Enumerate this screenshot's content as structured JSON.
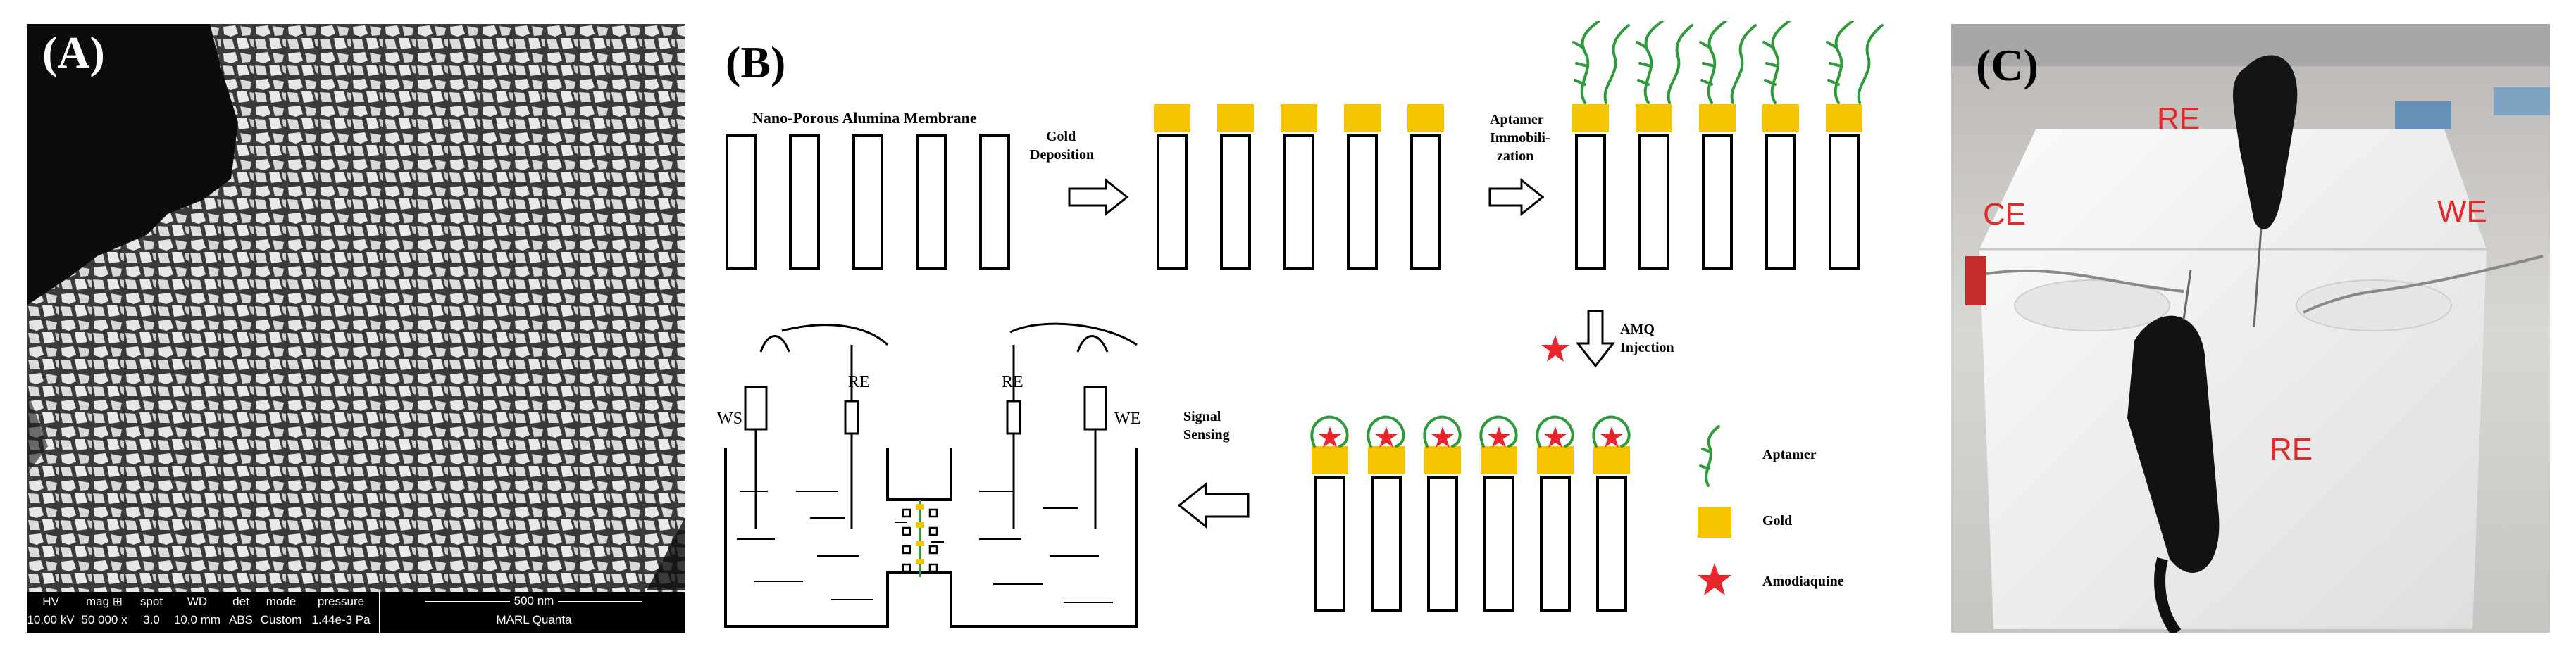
{
  "panels": {
    "a": {
      "label": "(A)"
    },
    "b": {
      "label": "(B)"
    },
    "c": {
      "label": "(C)"
    }
  },
  "sem": {
    "headers": [
      "HV",
      "mag ⊞",
      "spot",
      "WD",
      "det",
      "mode",
      "pressure"
    ],
    "values": [
      "10.00 kV",
      "50 000 x",
      "3.0",
      "10.0 mm",
      "ABS",
      "Custom",
      "1.44e-3 Pa"
    ],
    "scale_label": "500 nm",
    "lab": "MARL Quanta"
  },
  "diagram": {
    "membrane_label": "Nano-Porous Alumina Membrane",
    "step_gold": [
      "Gold",
      "Deposition"
    ],
    "step_aptamer": [
      "Aptamer",
      "Immobili-",
      "zation"
    ],
    "step_amq": [
      "AMQ",
      "Injection"
    ],
    "step_signal": [
      "Signal",
      "Sensing"
    ],
    "cell_labels": {
      "ws": "WS",
      "re_left": "RE",
      "re_right": "RE",
      "we": "WE"
    },
    "legend": [
      {
        "key": "aptamer",
        "label": "Aptamer"
      },
      {
        "key": "gold",
        "label": "Gold"
      },
      {
        "key": "amodiaquine",
        "label": "Amodiaquine"
      }
    ],
    "colors": {
      "gold": "#f5c400",
      "aptamer": "#2e9b3a",
      "star": "#e8262c"
    }
  },
  "photo": {
    "labels": {
      "re_top": "RE",
      "ce": "CE",
      "we": "WE",
      "re_bottom": "RE"
    },
    "label_color": "#e32a2a"
  }
}
